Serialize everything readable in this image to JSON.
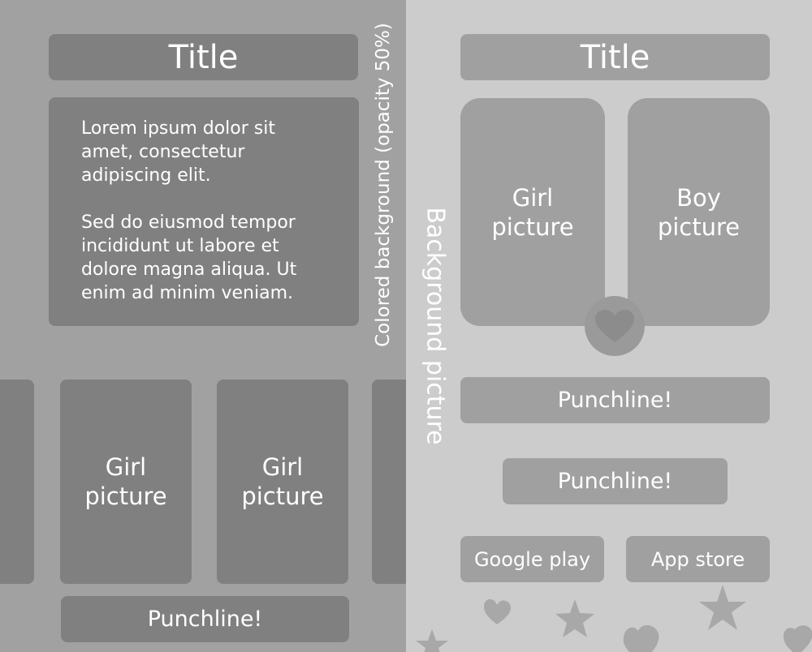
{
  "left_panel": {
    "title": "Title",
    "text_box": {
      "paragraph_1": "Lorem ipsum dolor sit amet, consectetur adipiscing elit.",
      "paragraph_2": "Sed do eiusmod tempor incididunt ut labore et dolore magna aliqua. Ut enim ad minim veniam."
    },
    "cards": [
      {
        "label_line1": "Girl",
        "label_line2": "picture"
      },
      {
        "label_line1": "Girl",
        "label_line2": "picture"
      }
    ],
    "punchline": "Punchline!",
    "side_label": "Colored background (opacity 50%)"
  },
  "right_panel": {
    "title": "Title",
    "girl_card": {
      "label_line1": "Girl",
      "label_line2": "picture"
    },
    "boy_card": {
      "label_line1": "Boy",
      "label_line2": "picture"
    },
    "punchline_1": "Punchline!",
    "punchline_2": "Punchline!",
    "store_buttons": {
      "google": "Google play",
      "apple": "App store"
    },
    "side_label": "Background picture",
    "heart_icon": "heart-icon"
  },
  "colors": {
    "left_background": "#a1a1a1",
    "right_background": "#cccccc",
    "dark_box": "#808080",
    "mid_box": "#a0a0a0",
    "text": "#ffffff"
  }
}
